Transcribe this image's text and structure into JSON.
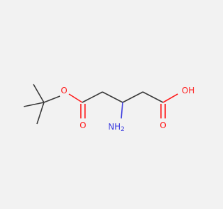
{
  "molecule": {
    "atoms": {
      "ester_o": "O",
      "carbonyl_o1": "O",
      "amine": "NH",
      "amine_sub": "2",
      "acid_oh": "OH",
      "carbonyl_o2": "O"
    },
    "colors": {
      "bond": "#3a3a3a",
      "oxygen": "#ff1a1a",
      "nitrogen": "#3f3fe0",
      "background": "#f2f2f2"
    }
  }
}
